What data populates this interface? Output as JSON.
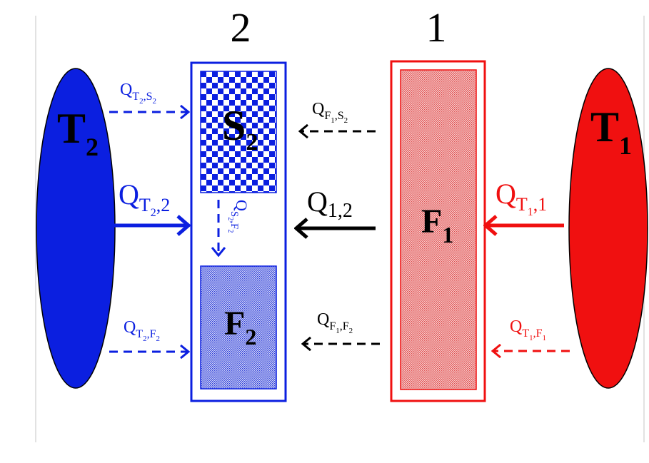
{
  "colors": {
    "blue": "#0b1fe0",
    "red": "#f01010",
    "black": "#000000",
    "pattern_red": "#e04848",
    "pattern_blue": "#2a3ad8"
  },
  "system_labels": {
    "system2": "2",
    "system1": "1"
  },
  "reservoirs": {
    "T2": {
      "main": "T",
      "sub": "2"
    },
    "T1": {
      "main": "T",
      "sub": "1"
    }
  },
  "blocks": {
    "S2": {
      "main": "S",
      "sub": "2"
    },
    "F2": {
      "main": "F",
      "sub": "2"
    },
    "F1": {
      "main": "F",
      "sub": "1"
    }
  },
  "flows": {
    "QT2S2": {
      "q": "Q",
      "s1": "T",
      "s1sub": "2",
      "comma": ",",
      "s2": "S",
      "s2sub": "2"
    },
    "QT22": {
      "q": "Q",
      "s1": "T",
      "s1sub": "2",
      "tail": ",2"
    },
    "QS2F2": {
      "q": "Q",
      "s1": "S",
      "s1sub": "2",
      "comma": ",",
      "s2": "F",
      "s2sub": "2"
    },
    "QT2F2": {
      "q": "Q",
      "s1": "T",
      "s1sub": "2",
      "comma": ",",
      "s2": "F",
      "s2sub": "2"
    },
    "QF1S2": {
      "q": "Q",
      "s1": "F",
      "s1sub": "1",
      "comma": ",",
      "s2": "S",
      "s2sub": "2"
    },
    "Q12": {
      "q": "Q",
      "tail": "1,2"
    },
    "QF1F2": {
      "q": "Q",
      "s1": "F",
      "s1sub": "1",
      "comma": ",",
      "s2": "F",
      "s2sub": "2"
    },
    "QT11": {
      "q": "Q",
      "s1": "T",
      "s1sub": "1",
      "tail": ",1"
    },
    "QT1F1": {
      "q": "Q",
      "s1": "T",
      "s1sub": "1",
      "comma": ",",
      "s2": "F",
      "s2sub": "1"
    }
  }
}
